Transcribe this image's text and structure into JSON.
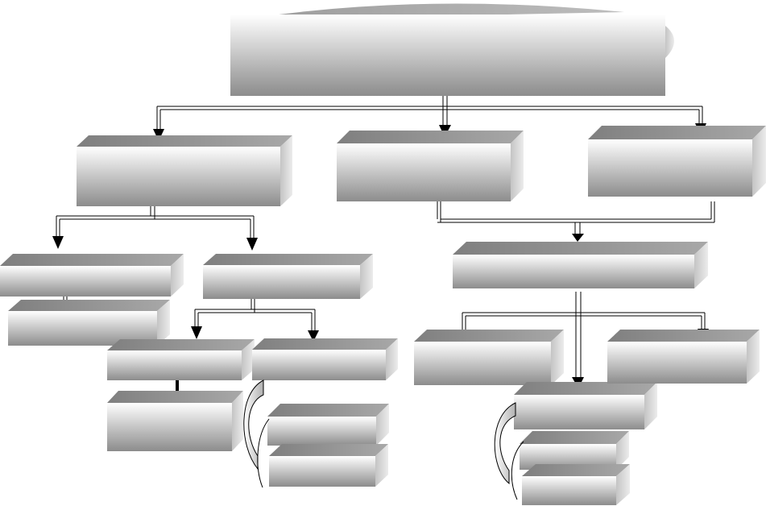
{
  "diagram": {
    "kind": "hierarchy",
    "nodes": [
      {
        "id": "root",
        "label": "",
        "shape": "banner"
      },
      {
        "id": "l1_left",
        "label": ""
      },
      {
        "id": "l1_mid",
        "label": ""
      },
      {
        "id": "l1_right",
        "label": ""
      },
      {
        "id": "l2_a",
        "label": ""
      },
      {
        "id": "l2_a_sub",
        "label": ""
      },
      {
        "id": "l2_b",
        "label": ""
      },
      {
        "id": "l3_b1",
        "label": ""
      },
      {
        "id": "l3_b1_sub",
        "label": ""
      },
      {
        "id": "l3_b2",
        "label": ""
      },
      {
        "id": "l3_b2_sub1",
        "label": ""
      },
      {
        "id": "l3_b2_sub2",
        "label": ""
      },
      {
        "id": "merge",
        "label": ""
      },
      {
        "id": "m_left",
        "label": ""
      },
      {
        "id": "m_center",
        "label": ""
      },
      {
        "id": "m_right",
        "label": ""
      },
      {
        "id": "m_center_sub1",
        "label": ""
      },
      {
        "id": "m_center_sub2",
        "label": ""
      }
    ],
    "edges": [
      {
        "from": "root",
        "to": "l1_left"
      },
      {
        "from": "root",
        "to": "l1_mid"
      },
      {
        "from": "root",
        "to": "l1_right"
      },
      {
        "from": "l1_left",
        "to": "l2_a"
      },
      {
        "from": "l1_left",
        "to": "l2_b"
      },
      {
        "from": "l2_a",
        "to": "l2_a_sub"
      },
      {
        "from": "l2_b",
        "to": "l3_b1"
      },
      {
        "from": "l2_b",
        "to": "l3_b2"
      },
      {
        "from": "l3_b1",
        "to": "l3_b1_sub"
      },
      {
        "from": "l1_mid",
        "to": "merge"
      },
      {
        "from": "l1_right",
        "to": "merge"
      },
      {
        "from": "merge",
        "to": "m_left"
      },
      {
        "from": "merge",
        "to": "m_center"
      },
      {
        "from": "merge",
        "to": "m_right"
      }
    ],
    "colors": {
      "box_face_light": "#ffffff",
      "box_face_dark": "#8c8c8c",
      "box_top": "#9a9a9a",
      "box_side": "#d4d4d4",
      "connector": "#000000"
    }
  }
}
